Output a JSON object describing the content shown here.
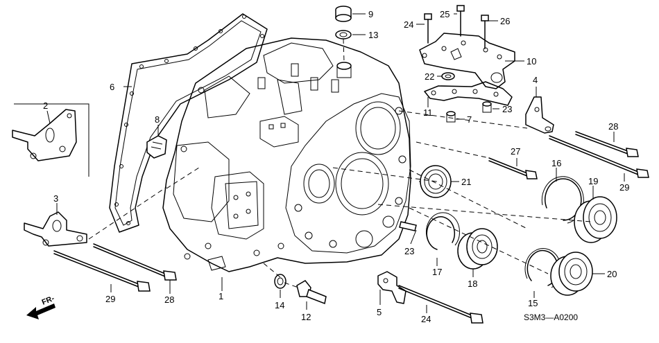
{
  "callouts": [
    "1",
    "2",
    "3",
    "4",
    "5",
    "6",
    "7",
    "8",
    "9",
    "10",
    "11",
    "12",
    "13",
    "14",
    "15",
    "16",
    "17",
    "18",
    "19",
    "20",
    "21",
    "22",
    "23",
    "23",
    "24",
    "24",
    "25",
    "26",
    "27",
    "28",
    "28",
    "29",
    "29"
  ],
  "diagram_code": "S3M3—A0200",
  "front_indicator": "FR-"
}
